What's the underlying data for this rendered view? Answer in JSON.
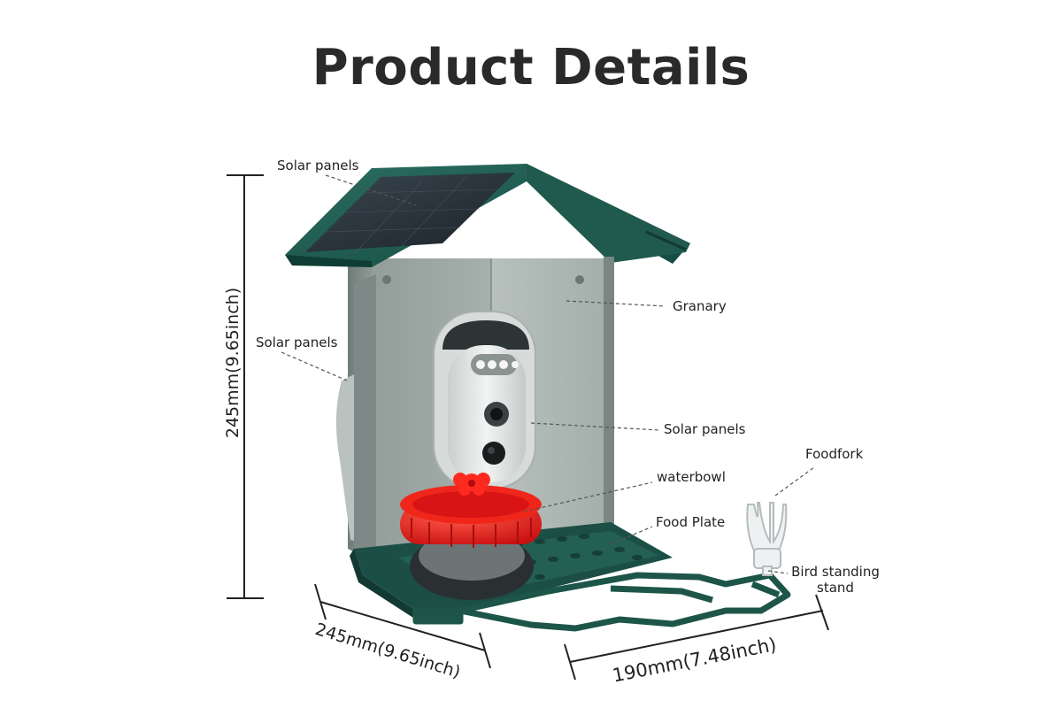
{
  "title": "Product Details",
  "callouts": {
    "solar_top": "Solar panels",
    "solar_side": "Solar panels",
    "granary": "Granary",
    "solar_camera": "Solar panels",
    "foodfork": "Foodfork",
    "waterbowl": "waterbowl",
    "food_plate": "Food Plate",
    "bird_stand_line1": "Bird standing",
    "bird_stand_line2": "stand"
  },
  "dimensions": {
    "height": "245mm(9.65inch)",
    "depth": "245mm(9.65inch)",
    "width": "190mm(7.48inch)"
  },
  "colors": {
    "body_green": "#1f5a4f",
    "panel_grey": "#9aa5a2",
    "feeder_red": "#e31b1b",
    "camera_white": "#e8ecea"
  }
}
